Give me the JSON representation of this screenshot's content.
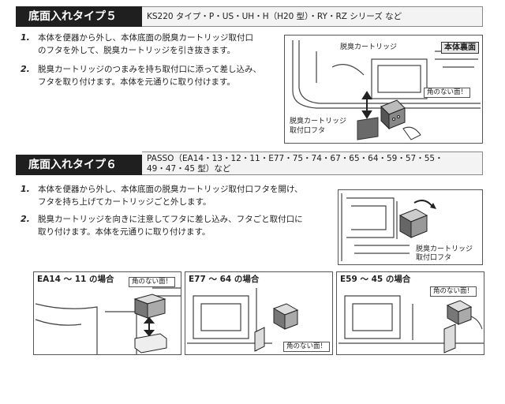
{
  "section5": {
    "title": "底面入れタイプ５",
    "models": "KS220 タイプ・P・US・UH・H（H20 型）・RY・RZ シリーズ など",
    "steps": [
      {
        "num": "1.",
        "line1": "本体を便器から外し、本体底面の脱臭カートリッジ取付口",
        "line2": "のフタを外して、脱臭カートリッジを引き抜きます。"
      },
      {
        "num": "2.",
        "line1": "脱臭カートリッジのつまみを持ち取付口に添って差し込み、",
        "line2": "フタを取り付けます。本体を元通りに取り付けます。"
      }
    ],
    "figure": {
      "cartridge_label": "脱臭カートリッジ",
      "underside_label": "本体裏面",
      "no_corner_label": "角のない面！",
      "lid_label_line1": "脱臭カートリッジ",
      "lid_label_line2": "取付口フタ"
    }
  },
  "section6": {
    "title": "底面入れタイプ６",
    "models_line1": "PASSO（EA14・13・12・11・E77・75・74・67・65・64・59・57・55・",
    "models_line2": "49・47・45 型）など",
    "steps": [
      {
        "num": "1.",
        "line1": "本体を便器から外し、本体底面の脱臭カートリッジ取付口フタを開け、",
        "line2": "フタを持ち上げてカートリッジごと外します。"
      },
      {
        "num": "2.",
        "line1": "脱臭カートリッジを向きに注意してフタに差し込み、フタごと取付口に",
        "line2": "取り付けます。本体を元通りに取り付けます。"
      }
    ],
    "figure": {
      "lid_label_line1": "脱臭カートリッジ",
      "lid_label_line2": "取付口フタ"
    },
    "cases": [
      {
        "title": "EA14 ～ 11 の場合",
        "callout": "角のない面！"
      },
      {
        "title": "E77 ～ 64 の場合",
        "callout": "角のない面！"
      },
      {
        "title": "E59 ～ 45 の場合",
        "callout": "角のない面！"
      }
    ]
  }
}
